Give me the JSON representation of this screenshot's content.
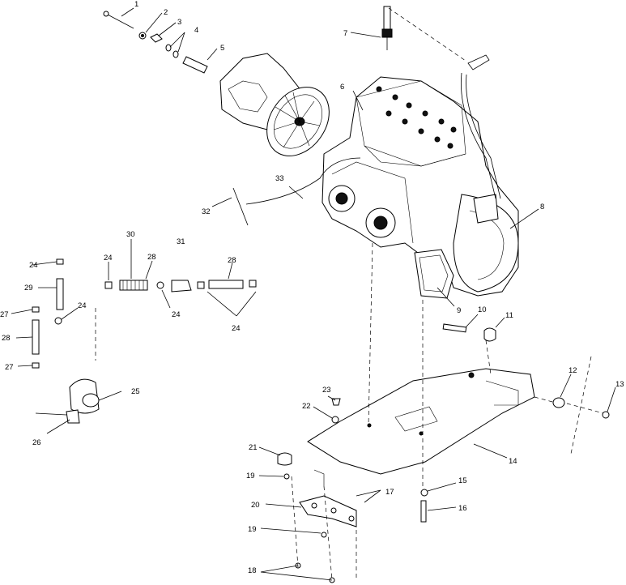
{
  "labels": {
    "c1": "1",
    "c2": "2",
    "c3": "3",
    "c4": "4",
    "c5": "5",
    "c6": "6",
    "c7": "7",
    "c8": "8",
    "c9": "9",
    "c10": "10",
    "c11": "11",
    "c12": "12",
    "c13": "13",
    "c14": "14",
    "c15": "15",
    "c16": "16",
    "c17": "17",
    "c18": "18",
    "c19a": "19",
    "c19b": "19",
    "c20": "20",
    "c21": "21",
    "c22": "22",
    "c23": "23",
    "c24a": "24",
    "c24b": "24",
    "c24c": "24",
    "c24d": "24",
    "c24e": "24",
    "c25": "25",
    "c26": "26",
    "c27a": "27",
    "c27b": "27",
    "c28a": "28",
    "c28b": "28",
    "c28c": "28",
    "c29": "29",
    "c30": "30",
    "c31": "31",
    "c32": "32",
    "c33": "33"
  }
}
